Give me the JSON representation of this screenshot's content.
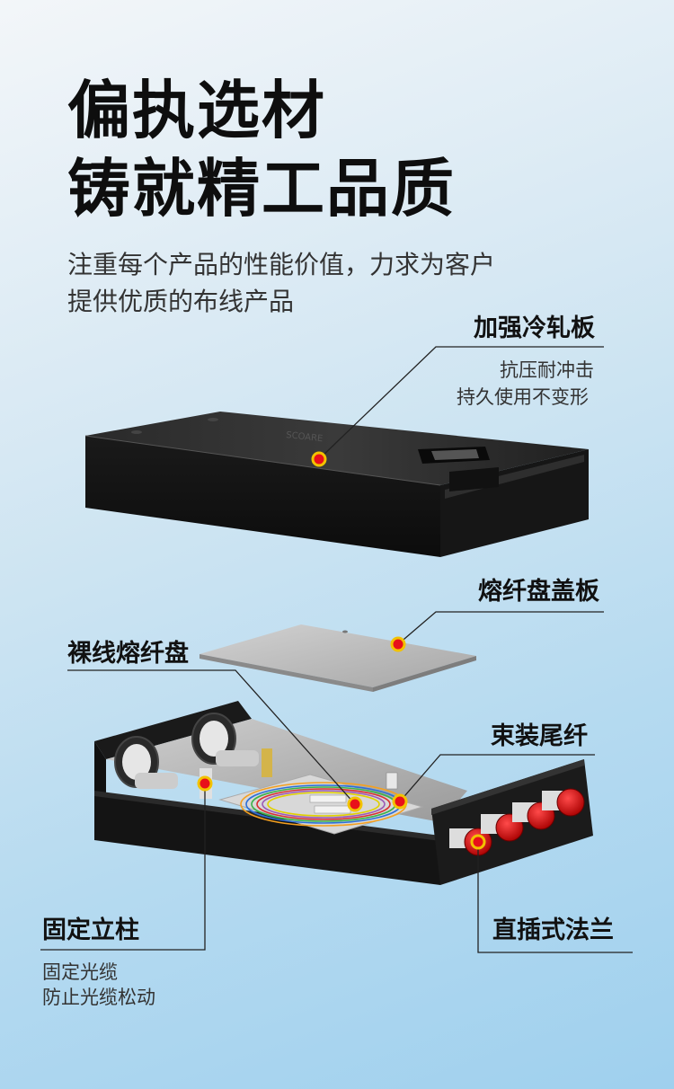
{
  "headline": {
    "line1": "偏执选材",
    "line2": "铸就精工品质"
  },
  "subtitle": {
    "line1": "注重每个产品的性能价值，力求为客户",
    "line2": "提供优质的布线产品"
  },
  "callouts": {
    "top_cover": {
      "label": "加强冷轧板",
      "desc1": "抗压耐冲击",
      "desc2": "持久使用不变形"
    },
    "splice_cover": {
      "label": "熔纤盘盖板"
    },
    "splice_tray": {
      "label": "裸线熔纤盘"
    },
    "pigtail": {
      "label": "束装尾纤"
    },
    "post": {
      "label": "固定立柱",
      "desc1": "固定光缆",
      "desc2": "防止光缆松动"
    },
    "flange": {
      "label": "直插式法兰"
    }
  },
  "colors": {
    "marker": "#e8101a",
    "marker_ring": "#f2c200",
    "box": "#1c1c1c",
    "plate": "#b8b8b8"
  }
}
